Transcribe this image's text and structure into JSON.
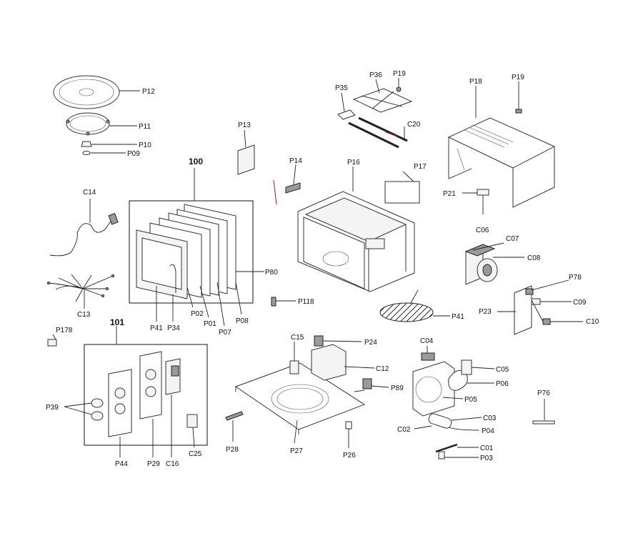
{
  "diagram": {
    "groups": [
      {
        "id": "100",
        "label": "100"
      },
      {
        "id": "101",
        "label": "101"
      }
    ],
    "callouts": [
      {
        "id": "P12",
        "label": "P12"
      },
      {
        "id": "P11",
        "label": "P11"
      },
      {
        "id": "P10",
        "label": "P10"
      },
      {
        "id": "P09",
        "label": "P09"
      },
      {
        "id": "P13",
        "label": "P13"
      },
      {
        "id": "P35",
        "label": "P35"
      },
      {
        "id": "P36",
        "label": "P36"
      },
      {
        "id": "P19a",
        "label": "P19"
      },
      {
        "id": "C20",
        "label": "C20"
      },
      {
        "id": "P18",
        "label": "P18"
      },
      {
        "id": "P19b",
        "label": "P19"
      },
      {
        "id": "P14",
        "label": "P14"
      },
      {
        "id": "P16",
        "label": "P16"
      },
      {
        "id": "P17",
        "label": "P17"
      },
      {
        "id": "P21",
        "label": "P21"
      },
      {
        "id": "C06",
        "label": "C06"
      },
      {
        "id": "C07",
        "label": "C07"
      },
      {
        "id": "C08",
        "label": "C08"
      },
      {
        "id": "C14",
        "label": "C14"
      },
      {
        "id": "C13",
        "label": "C13"
      },
      {
        "id": "P80",
        "label": "P80"
      },
      {
        "id": "P41a",
        "label": "P41"
      },
      {
        "id": "P34",
        "label": "P34"
      },
      {
        "id": "P02",
        "label": "P02"
      },
      {
        "id": "P01",
        "label": "P01"
      },
      {
        "id": "P07",
        "label": "P07"
      },
      {
        "id": "P08",
        "label": "P08"
      },
      {
        "id": "P118",
        "label": "P118"
      },
      {
        "id": "P41b",
        "label": "P41"
      },
      {
        "id": "P78",
        "label": "P78"
      },
      {
        "id": "C09",
        "label": "C09"
      },
      {
        "id": "P23",
        "label": "P23"
      },
      {
        "id": "C10",
        "label": "C10"
      },
      {
        "id": "P178",
        "label": "P178"
      },
      {
        "id": "P39",
        "label": "P39"
      },
      {
        "id": "P44",
        "label": "P44"
      },
      {
        "id": "P29",
        "label": "P29"
      },
      {
        "id": "C16",
        "label": "C16"
      },
      {
        "id": "C25",
        "label": "C25"
      },
      {
        "id": "C15",
        "label": "C15"
      },
      {
        "id": "P24",
        "label": "P24"
      },
      {
        "id": "C12",
        "label": "C12"
      },
      {
        "id": "P89",
        "label": "P89"
      },
      {
        "id": "P28",
        "label": "P28"
      },
      {
        "id": "P27",
        "label": "P27"
      },
      {
        "id": "P26",
        "label": "P26"
      },
      {
        "id": "C04",
        "label": "C04"
      },
      {
        "id": "C05",
        "label": "C05"
      },
      {
        "id": "P06",
        "label": "P06"
      },
      {
        "id": "P05",
        "label": "P05"
      },
      {
        "id": "C03",
        "label": "C03"
      },
      {
        "id": "C02",
        "label": "C02"
      },
      {
        "id": "P04",
        "label": "P04"
      },
      {
        "id": "C01",
        "label": "C01"
      },
      {
        "id": "P03",
        "label": "P03"
      },
      {
        "id": "P76",
        "label": "P76"
      }
    ],
    "colors": {
      "line": "#222222",
      "accent": "#cc2a2a",
      "background": "#ffffff"
    }
  }
}
